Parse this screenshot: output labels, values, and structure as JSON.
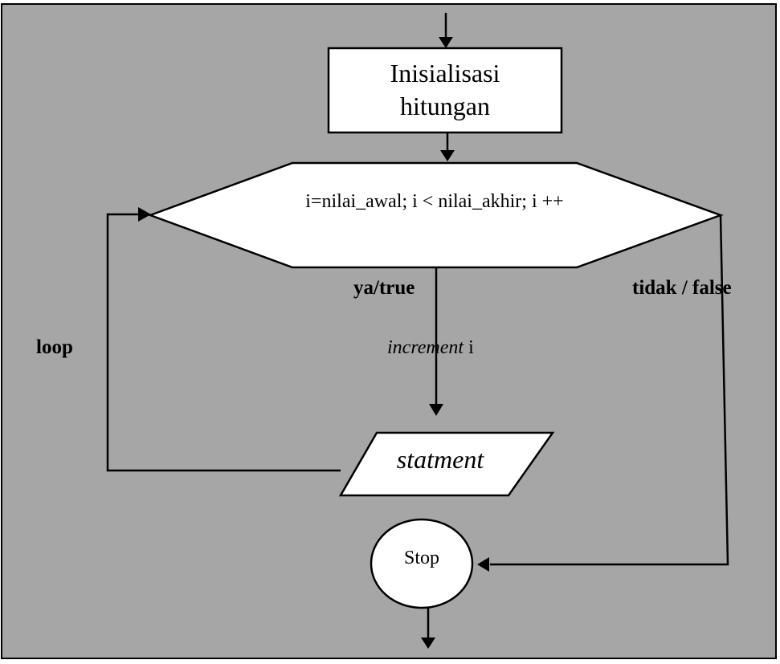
{
  "colors": {
    "background": "#a6a6a6",
    "shape_fill": "#ffffff",
    "stroke": "#000000"
  },
  "init_box": {
    "line1": "Inisialisasi",
    "line2": "hitungan"
  },
  "condition": {
    "text": "i=nilai_awal; i < nilai_akhir; i ++"
  },
  "labels": {
    "true_branch": "ya/true",
    "false_branch": "tidak / false",
    "loop": "loop",
    "increment_word": "increment",
    "increment_var": " i"
  },
  "statement": {
    "text": "statment"
  },
  "stop": {
    "text": "Stop"
  }
}
